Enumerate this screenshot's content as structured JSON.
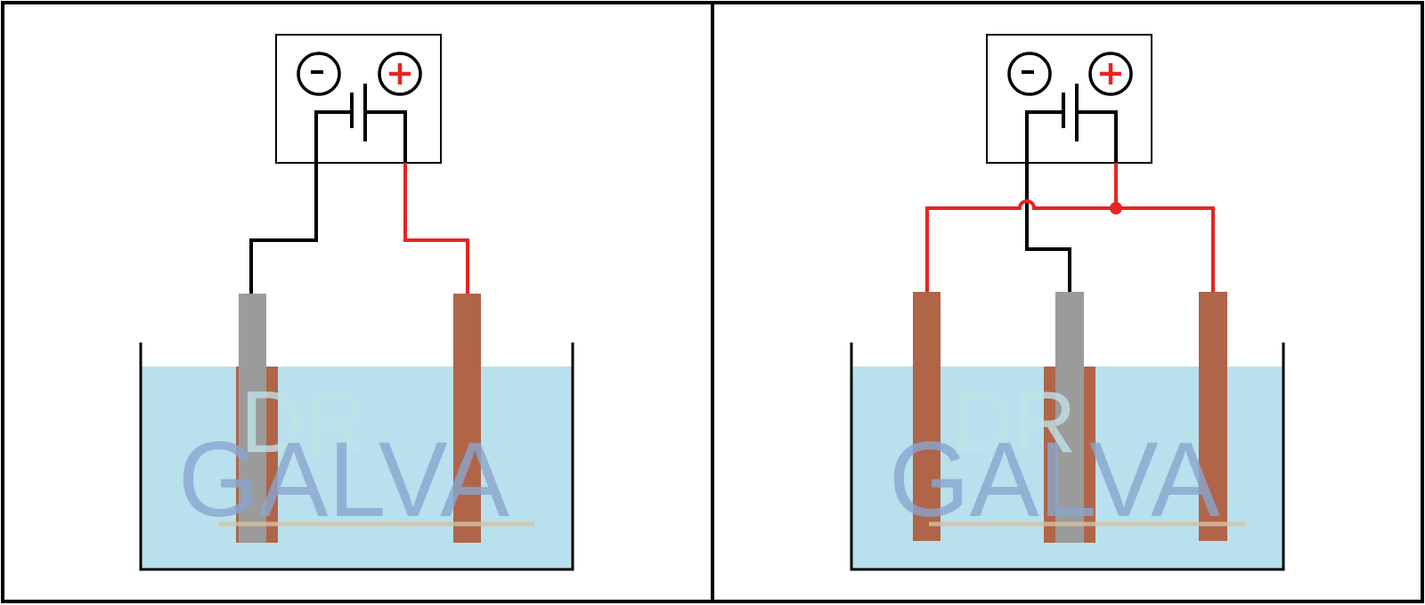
{
  "colors": {
    "frame": "#000000",
    "wire_negative": "#000000",
    "wire_positive": "#e52521",
    "electrolyte": "#b8e0ed",
    "anode_copper": "#b06448",
    "cathode_steel": "#9b9b9b",
    "copper_deposit": "#b06448",
    "watermark_blue": "#8aa6cf",
    "watermark_teal": "#bfe3e6",
    "watermark_line": "#d4c3a2"
  },
  "icons": {
    "negative_terminal": "minus-circle-icon",
    "positive_terminal": "plus-circle-icon",
    "battery": "dc-battery-symbol-icon"
  },
  "panels": [
    {
      "id": "left",
      "negative_symbol": "−",
      "positive_symbol": "+",
      "anode_count": 1,
      "cathode_count": 1
    },
    {
      "id": "right",
      "negative_symbol": "−",
      "positive_symbol": "+",
      "anode_count": 2,
      "cathode_count": 1
    }
  ],
  "watermark": {
    "line1": "DR",
    "line2": "GALVA"
  }
}
